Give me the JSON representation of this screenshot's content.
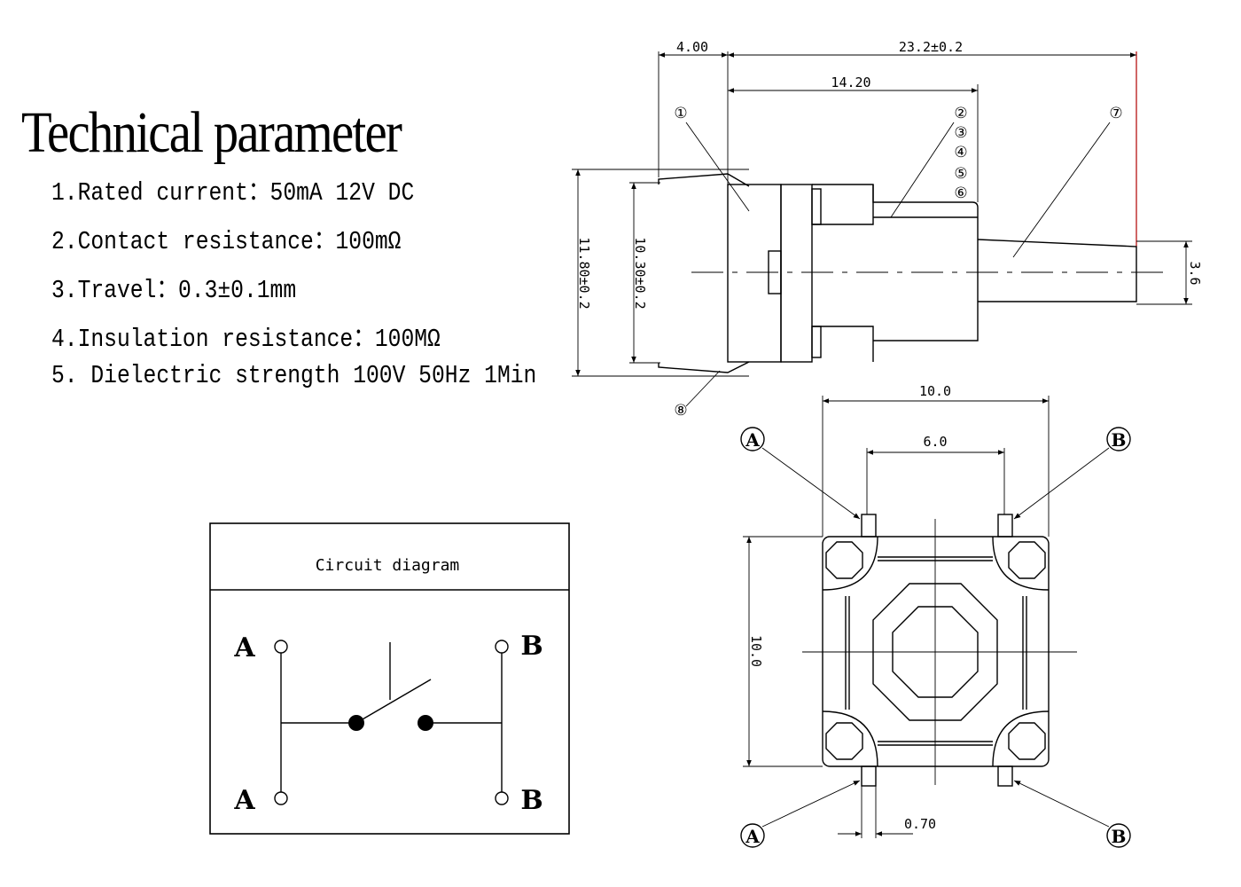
{
  "title": "Technical parameter",
  "parameters": [
    "1.Rated current：50mA 12V DC",
    "2.Contact resistance：100mΩ",
    "3.Travel：0.3±0.1mm",
    "4.Insulation resistance：100MΩ",
    "5. Dielectric strength 100V 50Hz 1Min"
  ],
  "side_view": {
    "dims": {
      "pin_offset": "4.00",
      "total_length": "23.2±0.2",
      "body_length": "14.20",
      "outer_height": "11.80±0.2",
      "inner_height": "10.30±0.2",
      "shaft_dia": "3.6"
    },
    "callouts": [
      "①",
      "②",
      "③",
      "④",
      "⑤",
      "⑥",
      "⑦",
      "⑧"
    ]
  },
  "top_view": {
    "dims": {
      "width": "10.0",
      "pin_pitch": "6.0",
      "height": "10.0",
      "pin_width": "0.70"
    },
    "pins": [
      "A",
      "B",
      "A",
      "B"
    ]
  },
  "circuit": {
    "title": "Circuit diagram",
    "labels": [
      "A",
      "B",
      "A",
      "B"
    ]
  }
}
